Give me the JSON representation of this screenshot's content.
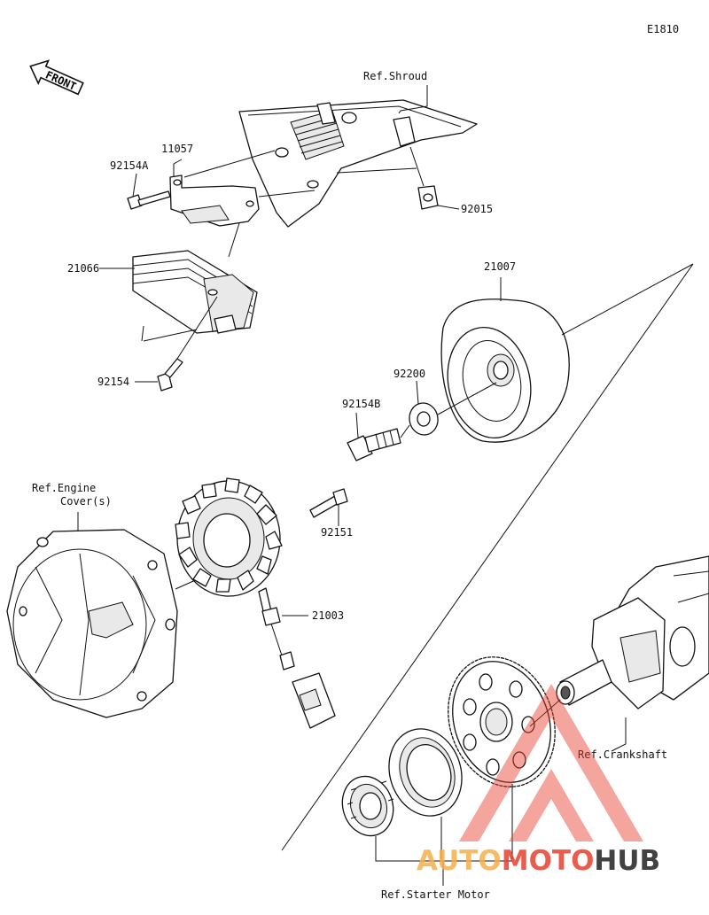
{
  "figure_code": "E1810",
  "front_arrow_label": "FRONT",
  "part_labels": {
    "p11057": "11057",
    "p92154A": "92154A",
    "p21066": "21066",
    "p92154": "92154",
    "p92015": "92015",
    "p21007": "21007",
    "p92200": "92200",
    "p92154B": "92154B",
    "p92151": "92151",
    "p21003": "21003"
  },
  "reference_labels": {
    "shroud": "Ref.Shroud",
    "engine_cover_line1": "Ref.Engine",
    "engine_cover_line2": "Cover(s)",
    "crankshaft": "Ref.Crankshaft",
    "starter_motor": "Ref.Starter Motor"
  },
  "watermark": {
    "text_auto": "AUTO",
    "text_moto": "MOTO",
    "text_hub": "HUB",
    "color_auto": "#f5b04a",
    "color_moto": "#e8402f",
    "color_hub": "#222222"
  }
}
